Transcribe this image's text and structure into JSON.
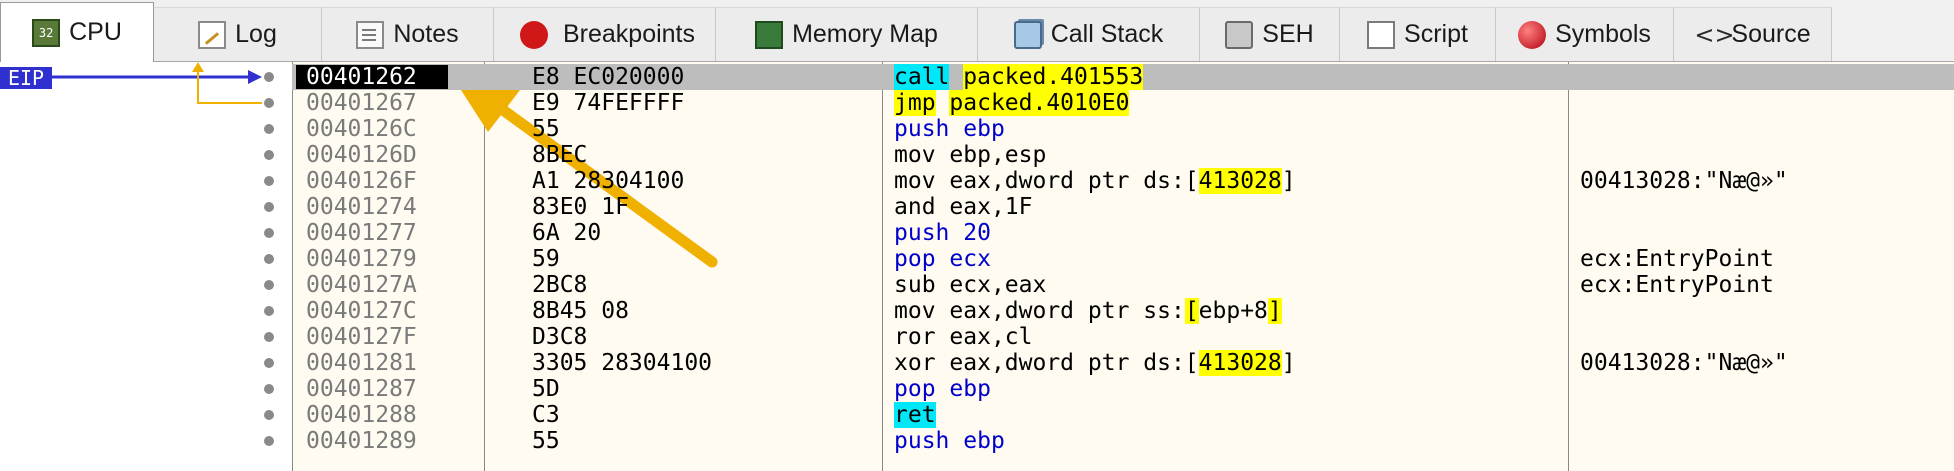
{
  "tabs": [
    {
      "label": "CPU",
      "icon": "cpu-chip-icon",
      "icon_text": "32",
      "active": true
    },
    {
      "label": "Log",
      "icon": "log-icon"
    },
    {
      "label": "Notes",
      "icon": "notes-icon"
    },
    {
      "label": "Breakpoints",
      "icon": "breakpoint-dot-icon"
    },
    {
      "label": "Memory Map",
      "icon": "memory-map-icon"
    },
    {
      "label": "Call Stack",
      "icon": "call-stack-icon"
    },
    {
      "label": "SEH",
      "icon": "seh-icon"
    },
    {
      "label": "Script",
      "icon": "script-icon"
    },
    {
      "label": "Symbols",
      "icon": "symbols-icon"
    },
    {
      "label": "Source",
      "icon": "source-icon",
      "icon_text": "<>"
    }
  ],
  "eip_label": "EIP",
  "colors": {
    "selection": "#bdbdbd",
    "call_ret": "#00e8f8",
    "jmp": "#ffff00",
    "eip": "#3030d0",
    "arrow": "#f0b000"
  },
  "rows": [
    {
      "addr": "00401262",
      "bytes": "E8 EC020000",
      "mn": "call",
      "ops": "packed.401553",
      "kind": "call",
      "current": true,
      "comment": ""
    },
    {
      "addr": "00401267",
      "bytes": "E9 74FEFFFF",
      "mn": "jmp",
      "ops": "packed.4010E0",
      "kind": "jmp",
      "comment": ""
    },
    {
      "addr": "0040126C",
      "bytes": "55",
      "mn": "push",
      "ops": "ebp",
      "kind": "push",
      "comment": ""
    },
    {
      "addr": "0040126D",
      "bytes": "8BEC",
      "mn": "mov",
      "ops": "ebp,esp",
      "kind": "plain",
      "comment": ""
    },
    {
      "addr": "0040126F",
      "bytes": "A1 28304100",
      "mn": "mov",
      "ops_pre": "eax,dword ptr ds:[",
      "ops_hl": "413028",
      "ops_post": "]",
      "kind": "mem",
      "comment": "00413028:\"Næ@»\""
    },
    {
      "addr": "00401274",
      "bytes": "83E0 1F",
      "mn": "and",
      "ops": "eax,1F",
      "kind": "plain",
      "comment": ""
    },
    {
      "addr": "00401277",
      "bytes": "6A 20",
      "mn": "push",
      "ops": "20",
      "kind": "push",
      "comment": ""
    },
    {
      "addr": "00401279",
      "bytes": "59",
      "mn": "pop",
      "ops": "ecx",
      "kind": "pop",
      "comment": "ecx:EntryPoint"
    },
    {
      "addr": "0040127A",
      "bytes": "2BC8",
      "mn": "sub",
      "ops": "ecx,eax",
      "kind": "plain",
      "comment": "ecx:EntryPoint"
    },
    {
      "addr": "0040127C",
      "bytes": "8B45 08",
      "mn": "mov",
      "ops_pre": "eax,dword ptr ss:",
      "ops_hl": "[",
      "ops_mid": "ebp+8",
      "ops_hl2": "]",
      "kind": "stack",
      "comment": ""
    },
    {
      "addr": "0040127F",
      "bytes": "D3C8",
      "mn": "ror",
      "ops": "eax,cl",
      "kind": "plain",
      "comment": ""
    },
    {
      "addr": "00401281",
      "bytes": "3305 28304100",
      "mn": "xor",
      "ops_pre": "eax,dword ptr ds:[",
      "ops_hl": "413028",
      "ops_post": "]",
      "kind": "mem",
      "comment": "00413028:\"Næ@»\""
    },
    {
      "addr": "00401287",
      "bytes": "5D",
      "mn": "pop",
      "ops": "ebp",
      "kind": "pop",
      "comment": ""
    },
    {
      "addr": "00401288",
      "bytes": "C3",
      "mn": "ret",
      "ops": "",
      "kind": "ret",
      "comment": ""
    },
    {
      "addr": "00401289",
      "bytes": "55",
      "mn": "push",
      "ops": "ebp",
      "kind": "push",
      "comment": ""
    }
  ]
}
